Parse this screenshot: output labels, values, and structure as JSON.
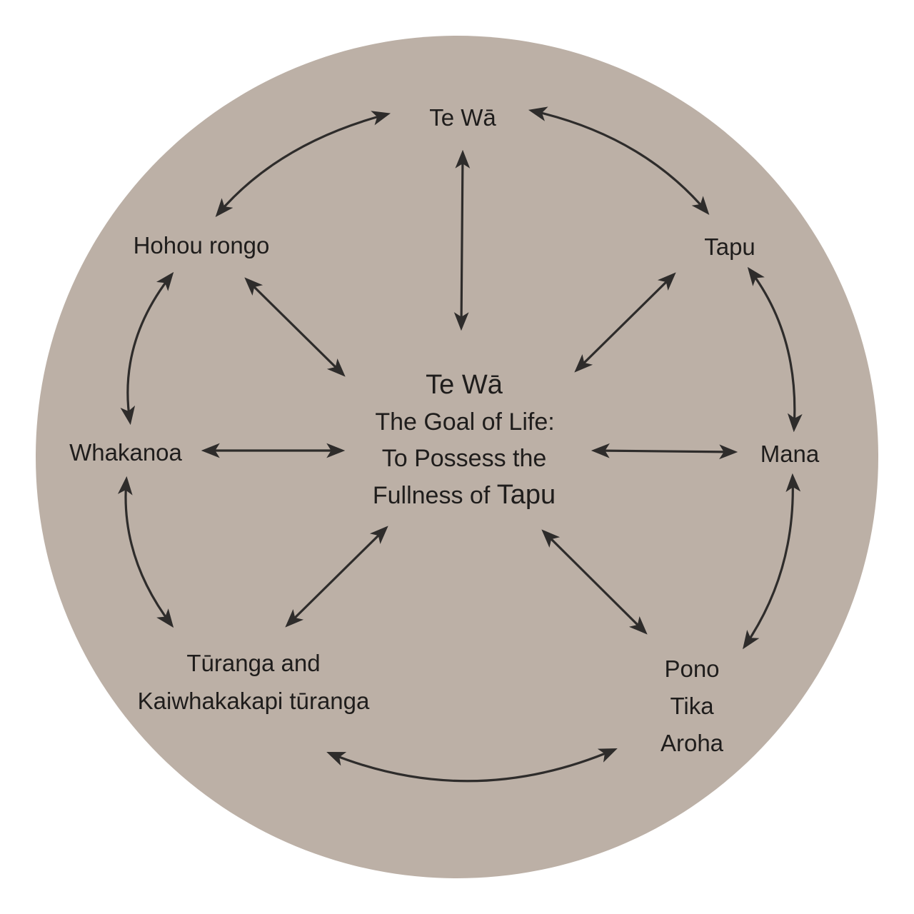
{
  "colors": {
    "disc": "#bcb0a6",
    "ink": "#2e2c2b",
    "background": "#ffffff"
  },
  "center": {
    "title": "Te Wā",
    "line1": "The Goal of Life:",
    "line2": "To Possess the",
    "line3_prefix": "Fullness of ",
    "line3_emphasis": "Tapu"
  },
  "nodes": {
    "te_wa": "Te Wā",
    "tapu": "Tapu",
    "hohou_rongo": "Hohou rongo",
    "whakanoa": "Whakanoa",
    "mana": "Mana",
    "turanga_line1": "Tūranga and",
    "turanga_line2": "Kaiwhakakapi tūranga",
    "pono": "Pono",
    "tika": "Tika",
    "aroha": "Aroha"
  }
}
